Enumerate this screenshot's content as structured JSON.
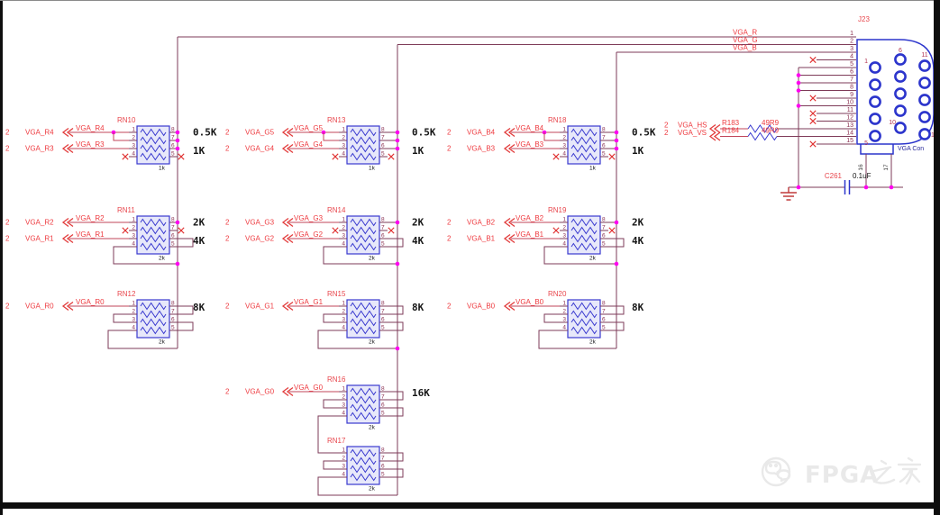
{
  "colors": {
    "wire": "#7e3b58",
    "signal_wire": "#c0455a",
    "component_blue": "#3939cf",
    "junction": "#ff00f0",
    "net_label": "#ee3a3f",
    "value_text": "#161616",
    "no_connect": "#e03030",
    "watermark": "#e9e9e9",
    "background": "#ffffff"
  },
  "pin_numbers": {
    "left": [
      "1",
      "2",
      "3",
      "4"
    ],
    "right": [
      "8",
      "7",
      "6",
      "5"
    ]
  },
  "bus_nets": [
    "VGA_R",
    "VGA_G",
    "VGA_B"
  ],
  "networks": [
    {
      "ref": "RN10",
      "pack_value": "1k",
      "values": [
        "0.5K",
        "1K"
      ],
      "inputs": [
        {
          "page": "2",
          "name": "VGA_R4"
        },
        {
          "page": "2",
          "name": "VGA_R3"
        }
      ]
    },
    {
      "ref": "RN11",
      "pack_value": "2k",
      "values": [
        "2K",
        "4K"
      ],
      "inputs": [
        {
          "page": "2",
          "name": "VGA_R2"
        },
        {
          "page": "2",
          "name": "VGA_R1"
        }
      ]
    },
    {
      "ref": "RN12",
      "pack_value": "2k",
      "values": [
        "8K"
      ],
      "inputs": [
        {
          "page": "2",
          "name": "VGA_R0"
        }
      ]
    },
    {
      "ref": "RN13",
      "pack_value": "1k",
      "values": [
        "0.5K",
        "1K"
      ],
      "inputs": [
        {
          "page": "2",
          "name": "VGA_G5"
        },
        {
          "page": "2",
          "name": "VGA_G4"
        }
      ]
    },
    {
      "ref": "RN14",
      "pack_value": "2k",
      "values": [
        "2K",
        "4K"
      ],
      "inputs": [
        {
          "page": "2",
          "name": "VGA_G3"
        },
        {
          "page": "2",
          "name": "VGA_G2"
        }
      ]
    },
    {
      "ref": "RN15",
      "pack_value": "2k",
      "values": [
        "8K"
      ],
      "inputs": [
        {
          "page": "2",
          "name": "VGA_G1"
        }
      ]
    },
    {
      "ref": "RN16",
      "pack_value": "2k",
      "values": [
        "16K"
      ],
      "inputs": [
        {
          "page": "2",
          "name": "VGA_G0"
        }
      ]
    },
    {
      "ref": "RN17",
      "pack_value": "2k",
      "values": [],
      "inputs": []
    },
    {
      "ref": "RN18",
      "pack_value": "1k",
      "values": [
        "0.5K",
        "1K"
      ],
      "inputs": [
        {
          "page": "2",
          "name": "VGA_B4"
        },
        {
          "page": "2",
          "name": "VGA_B3"
        }
      ]
    },
    {
      "ref": "RN19",
      "pack_value": "2k",
      "values": [
        "2K",
        "4K"
      ],
      "inputs": [
        {
          "page": "2",
          "name": "VGA_B2"
        },
        {
          "page": "2",
          "name": "VGA_B1"
        }
      ]
    },
    {
      "ref": "RN20",
      "pack_value": "2k",
      "values": [
        "8K"
      ],
      "inputs": [
        {
          "page": "2",
          "name": "VGA_B0"
        }
      ]
    }
  ],
  "sync_signals": [
    {
      "page": "2",
      "name": "VGA_HS",
      "resistor_ref": "R183",
      "resistor_value": "49R9"
    },
    {
      "page": "2",
      "name": "VGA_VS",
      "resistor_ref": "R184",
      "resistor_value": "49R9"
    }
  ],
  "connector": {
    "ref": "J23",
    "name_label": "VGA Con",
    "pin_numbers": [
      "1",
      "2",
      "3",
      "4",
      "5",
      "6",
      "7",
      "8",
      "9",
      "10",
      "11",
      "12",
      "13",
      "14",
      "15"
    ],
    "shield_pin_numbers": [
      "16",
      "17"
    ],
    "hole_labels": {
      "c1_top": "1",
      "c1_bot": "5",
      "c2_top": "6",
      "c2_bot": "10",
      "c3_top": "11",
      "c3_bot": "15"
    }
  },
  "capacitor": {
    "ref": "C261",
    "value": "0.1uF"
  },
  "watermark": {
    "text": "FPGA之家",
    "text_latin": "FPGA",
    "icon": "wechat-icon"
  }
}
